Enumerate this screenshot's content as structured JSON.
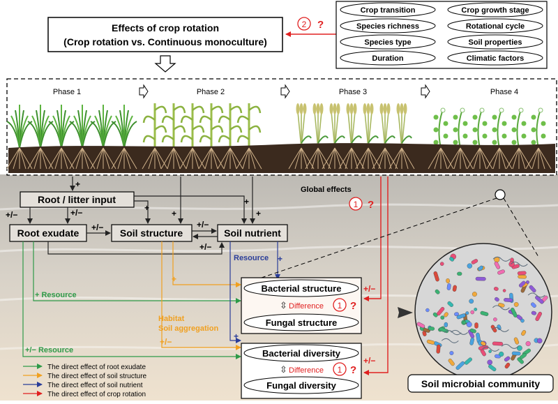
{
  "header": {
    "title_line1": "Effects of crop rotation",
    "title_line2": "(Crop rotation vs. Continuous monoculture)",
    "question_number": "2",
    "question_mark": "?"
  },
  "factors": [
    "Crop transition",
    "Crop growth stage",
    "Species richness",
    "Rotational cycle",
    "Species type",
    "Soil properties",
    "Duration",
    "Climatic factors"
  ],
  "phases": [
    "Phase 1",
    "Phase 2",
    "Phase 3",
    "Phase 4"
  ],
  "soil_boxes": {
    "root_litter": "Root / litter input",
    "root_exudate": "Root exudate",
    "soil_structure": "Soil structure",
    "soil_nutrient": "Soil nutrient"
  },
  "signs": {
    "plus": "+",
    "plus_minus": "+/−"
  },
  "global_effects": {
    "label": "Global effects",
    "number": "1",
    "question": "?"
  },
  "labels": {
    "resource": "Resource",
    "plus_resource": "+ Resource",
    "plus_minus_resource": "+/− Resource",
    "habitat": "Habitat",
    "soil_aggregation": "Soil aggregation"
  },
  "microbial": {
    "bacterial_structure": "Bacterial structure",
    "fungal_structure": "Fungal structure",
    "bacterial_diversity": "Bacterial diversity",
    "fungal_diversity": "Fungal diversity",
    "difference": "Difference",
    "difference_number": "1",
    "question": "?",
    "community": "Soil microbial community"
  },
  "legend": [
    {
      "label": "The direct effect of root exudate",
      "color": "#2e9a48"
    },
    {
      "label": "The direct effect of soil structure",
      "color": "#f0a020"
    },
    {
      "label": "The direct effect of soil nutrient",
      "color": "#2a3d99"
    },
    {
      "label": "The direct effect of crop rotation",
      "color": "#e02020"
    }
  ],
  "colors": {
    "exudate": "#2e9a48",
    "structure": "#f0a020",
    "nutrient": "#2a3d99",
    "rotation": "#e02020",
    "soil_dark": "#3b2a1e"
  }
}
